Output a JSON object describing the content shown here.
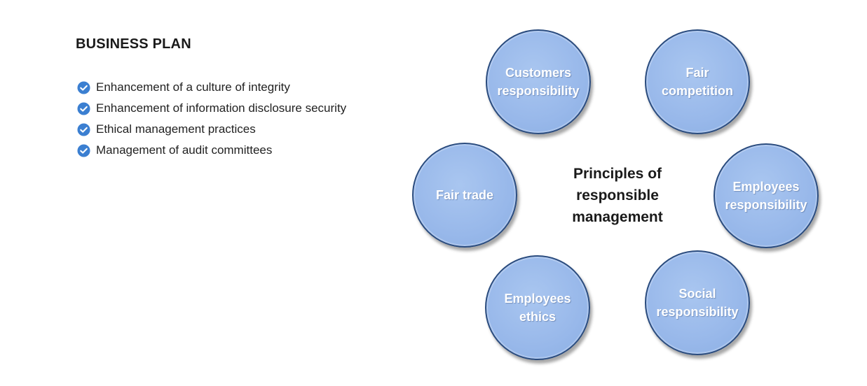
{
  "plan": {
    "title": "BUSINESS PLAN",
    "items": [
      "Enhancement of a culture of integrity",
      "Enhancement of information disclosure security",
      "Ethical management practices",
      "Management of audit committees"
    ],
    "icon": "check-circle-icon",
    "icon_color": "#3b7fd1"
  },
  "diagram": {
    "center": "Principles of\nresponsible\nmanagement",
    "nodes": [
      "Customers\nresponsibility",
      "Fair\ncompetition",
      "Fair trade",
      "Employees\nresponsibility",
      "Employees\nethics",
      "Social\nresponsibility"
    ],
    "node_fill": "#98b8ea",
    "node_border": "#2b4c7e"
  }
}
